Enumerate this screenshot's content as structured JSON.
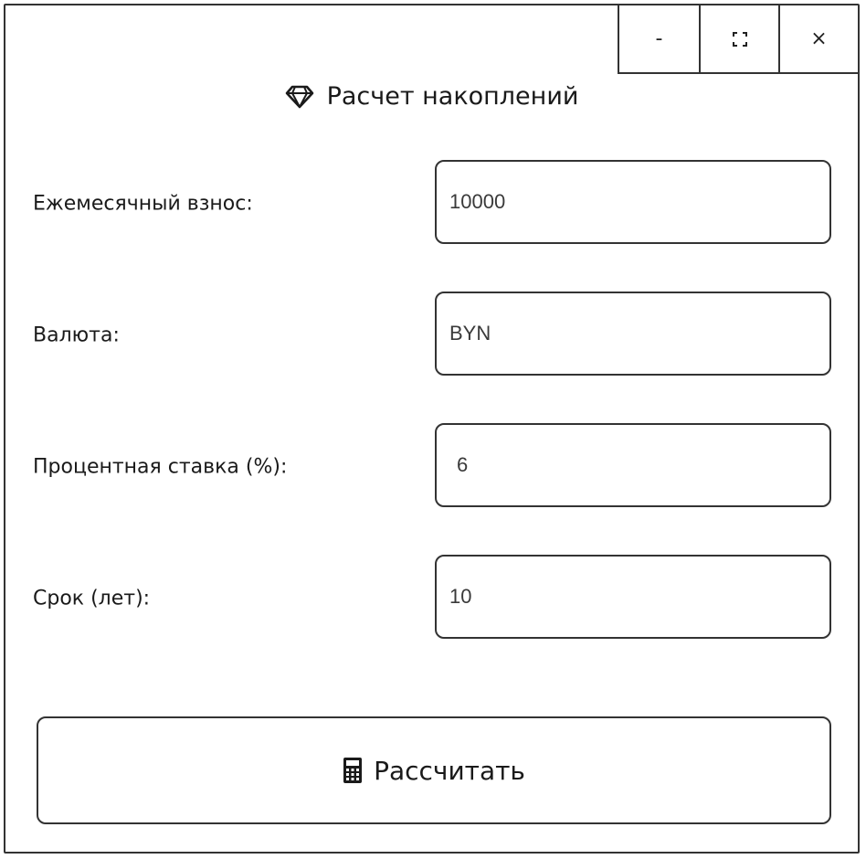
{
  "window": {
    "title": "Расчет накоплений",
    "title_icon": "gem-icon",
    "controls": {
      "minimize": "-",
      "maximize_icon": "maximize-icon",
      "close": "×"
    }
  },
  "form": {
    "fields": [
      {
        "label": "Ежемесячный взнос:",
        "value": "10000"
      },
      {
        "label": "Валюта:",
        "value": "BYN"
      },
      {
        "label": "Процентная ставка (%):",
        "value": "6"
      },
      {
        "label": "Срок (лет):",
        "value": "10"
      }
    ]
  },
  "actions": {
    "calculate_label": "Рассчитать",
    "calculate_icon": "calculator-icon"
  }
}
